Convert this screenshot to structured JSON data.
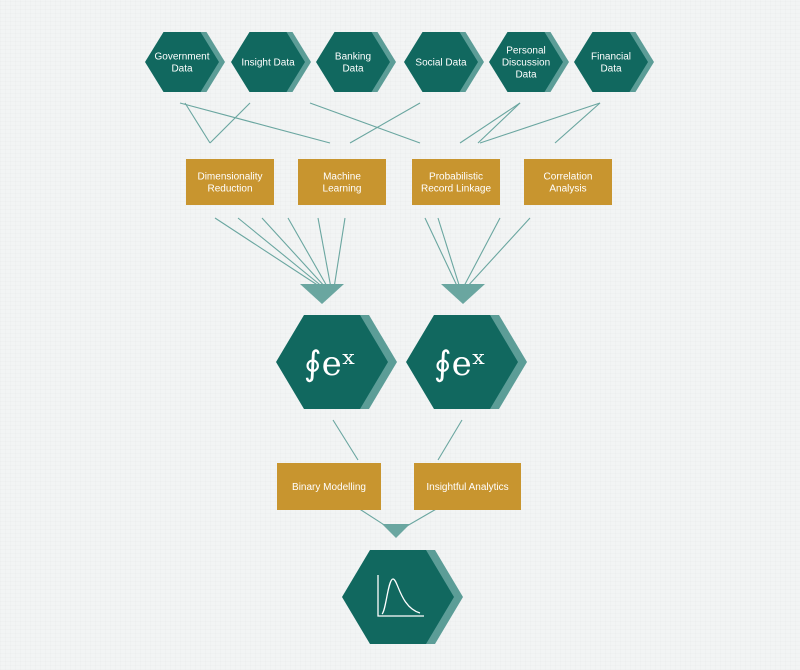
{
  "colors": {
    "teal": "#11685f",
    "teal_shadow": "#5c9d97",
    "gold": "#c8952f",
    "line": "#6aa6a0",
    "background": "#f2f4f4"
  },
  "sources": [
    {
      "lines": [
        "Government",
        "Data"
      ]
    },
    {
      "lines": [
        "Insight Data"
      ]
    },
    {
      "lines": [
        "Banking",
        "Data"
      ]
    },
    {
      "lines": [
        "Social Data"
      ]
    },
    {
      "lines": [
        "Personal",
        "Discussion",
        "Data"
      ]
    },
    {
      "lines": [
        "Financial",
        "Data"
      ]
    }
  ],
  "methods": [
    {
      "lines": [
        "Dimensionality",
        "Reduction"
      ]
    },
    {
      "lines": [
        "Machine",
        "Learning"
      ]
    },
    {
      "lines": [
        "Probabilistic",
        "Record Linkage"
      ]
    },
    {
      "lines": [
        "Correlation",
        "Analysis"
      ]
    }
  ],
  "engines": [
    {
      "formula": "∮eˣ",
      "icon": "integral-exponential-icon"
    },
    {
      "formula": "∮eˣ",
      "icon": "integral-exponential-icon"
    }
  ],
  "outputs": [
    {
      "lines": [
        "Binary Modelling"
      ]
    },
    {
      "lines": [
        "Insightful Analytics"
      ]
    }
  ],
  "result": {
    "icon": "distribution-curve-icon"
  }
}
